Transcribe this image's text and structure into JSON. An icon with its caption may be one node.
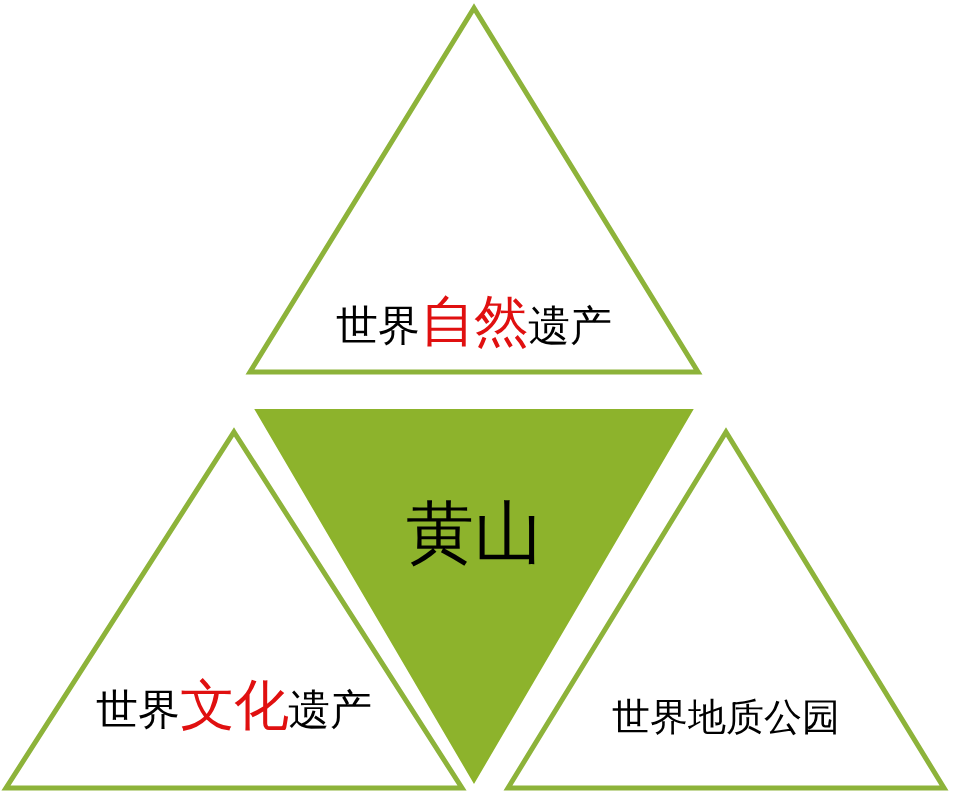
{
  "diagram": {
    "nodes": [
      {
        "text": [
          "世界**自然**遗产"
        ]
      },
      {
        "text": [
          "黄山"
        ]
      },
      {
        "text": [
          "世界**文化**遗产"
        ]
      },
      {
        "text": [
          "世界地质公园"
        ]
      }
    ]
  }
}
